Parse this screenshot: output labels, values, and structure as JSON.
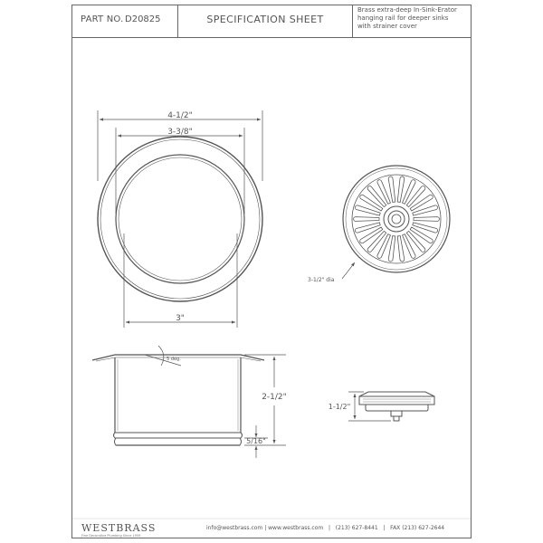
{
  "header": {
    "part_label": "PART NO.",
    "part_number": "D20825",
    "title": "SPECIFICATION SHEET",
    "description_lines": [
      "Brass extra-deep In-Sink-Erator",
      "hanging rail for deeper sinks",
      "with strainer cover"
    ]
  },
  "dimensions": {
    "outer_diameter": "4-1/2\"",
    "inner_diameter": "3-3/8\"",
    "bottom_diameter": "3\"",
    "angle": "5 deg.",
    "height": "2-1/2\"",
    "lip": "5/16\"",
    "strainer_diameter": "3-1/2\" dia",
    "strainer_height": "1-1/2\""
  },
  "footer": {
    "logo": "WESTBRASS",
    "tagline": "Fine Decorative Plumbing Since 1959",
    "email": "info@westbrass.com",
    "website": "www.westbrass.com",
    "phone": "(213) 627-8441",
    "fax": "FAX (213) 627-2644",
    "separator": "|"
  }
}
